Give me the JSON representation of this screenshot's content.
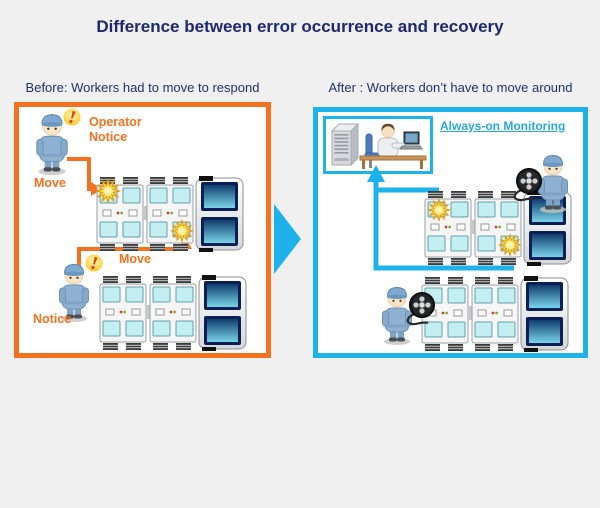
{
  "title": "Difference between error occurrence and recovery",
  "panels": {
    "before": {
      "heading": "Before: Workers had to move to respond",
      "operator_notice_line1": "Operator",
      "operator_notice_line2": "Notice",
      "move_label_top": "Move",
      "move_label_bottom": "Move",
      "notice_label": "Notice"
    },
    "after": {
      "heading": "After : Workers don’t have to move around",
      "monitoring_label": "Always-on Monitoring"
    }
  },
  "colors": {
    "background": "#F0F0F1",
    "title_navy": "#1B2A70",
    "before_accent_orange": "#F4711F",
    "after_accent_cyan": "#1DB2EA",
    "error_flash_yellow": "#FFD41C",
    "machine_screen_cyan": "#C4EFF2",
    "end_unit_screen_navy": "#0B1F55"
  },
  "icons": {
    "worker": "worker-icon",
    "alert_badge": "alert-exclamation-icon",
    "error_flash": "error-starburst-icon",
    "cable_reel": "cable-reel-icon",
    "server": "server-tower-icon",
    "operator_at_desk": "operator-at-desk-icon",
    "flow_arrow": "flow-arrow-icon",
    "machine_line": "machine-line-icon"
  }
}
